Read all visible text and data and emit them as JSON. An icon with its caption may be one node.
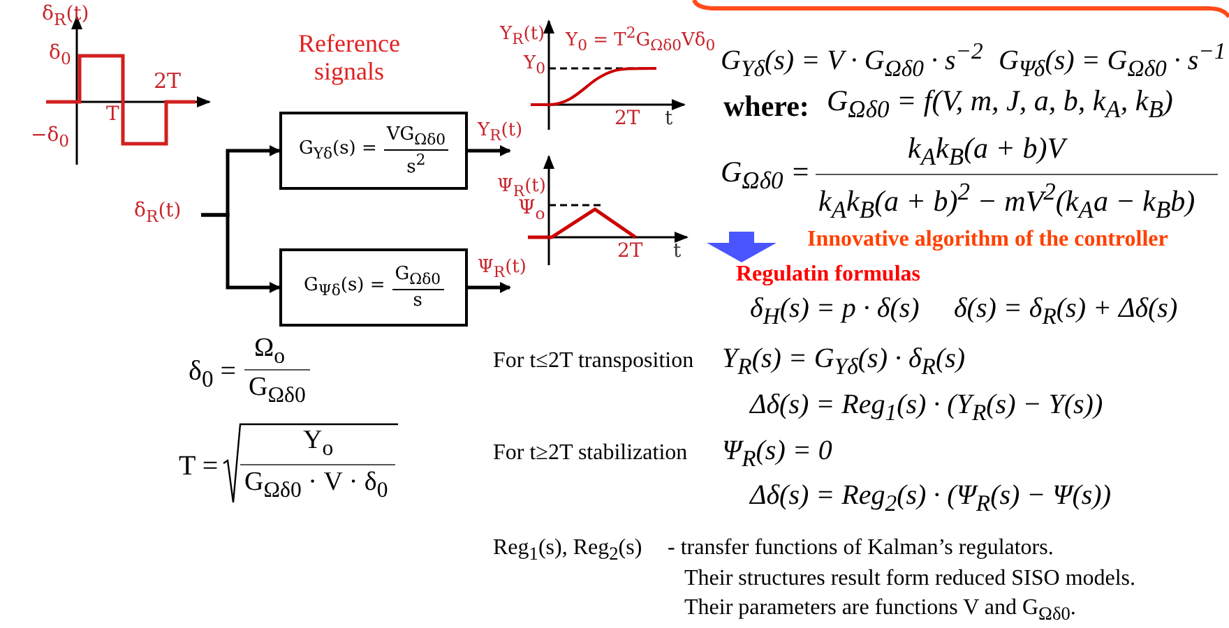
{
  "diagram": {
    "nodes": [
      {
        "text": [
          "δ$_{R}$(t)"
        ]
      },
      {
        "text": [
          "G$_{Yδ}$(s) =",
          "VG$_{Ωδ0}$",
          "s$^{2}$"
        ]
      },
      {
        "text": [
          "G$_{Ψδ}$(s) =",
          "G$_{Ωδ0}$",
          "s"
        ]
      }
    ],
    "edges": [
      {
        "from": 0,
        "to": 1,
        "arrow": "to"
      },
      {
        "from": 0,
        "to": 2,
        "arrow": "to"
      },
      {
        "from": 1,
        "to": null,
        "arrow": "to",
        "label": "Y$_{R}$(t)"
      },
      {
        "from": 2,
        "to": null,
        "arrow": "to",
        "label": "Ψ$_{R}$(t)"
      }
    ],
    "labels": [
      "δ$_{R}$(t)",
      "δ$_{0}$",
      "2T",
      "T",
      "−δ$_{0}$",
      "Reference signals",
      "Y$_{R}$(t)",
      "Y$_{0}$ = T$^{2}$G$_{Ωδ0}$Vδ$_{0}$",
      "Y$_{0}$",
      "2T",
      "t",
      "Ψ$_{R}$(t)",
      "Ψ$_{o}$",
      "2T",
      "t",
      "G$_{Yδ}$(s) = V · G$_{Ωδ0}$ · s$^{−2}$",
      "G$_{Ψδ}$(s) = G$_{Ωδ0}$ · s$^{−1}$",
      "where:",
      "G$_{Ωδ0}$ = f(V, m, J, a, b, k$_{A}$, k$_{B}$)",
      "G$_{Ωδ0}$ =",
      "k$_{A}$k$_{B}$(a + b)V",
      "k$_{A}$k$_{B}$(a + b)$^{2}$ − mV$^{2}$(k$_{A}$a − k$_{B}$b)",
      "Innovative algorithm of the controller",
      "Regulatin formulas",
      "δ$_{H}$(s) = p · δ(s)",
      "δ(s) = δ$_{R}$(s) + Δδ(s)",
      "δ$_{0}$ =",
      "Ω$_{o}$",
      "G$_{Ωδ0}$",
      "For t≤2T transposition",
      "Y$_{R}$(s) = G$_{Yδ}$(s) · δ$_{R}$(s)",
      "Δδ(s) = Reg$_{1}$(s) · (Y$_{R}$(s) − Y(s))",
      "T =",
      "Y$_{o}$",
      "G$_{Ωδ0}$ · V · δ$_{0}$",
      "For t≥2T stabilization",
      "Ψ$_{R}$(s) = 0",
      "Δδ(s) = Reg$_{2}$(s) · (Ψ$_{R}$(s) − Ψ(s))",
      "Reg$_{1}$(s), Reg$_{2}$(s)",
      "- transfer functions of Kalman’s regulators.",
      "Their structures result form reduced SISO models.",
      "Their parameters  are functions V and G$_{Ωδ0}$."
    ]
  }
}
